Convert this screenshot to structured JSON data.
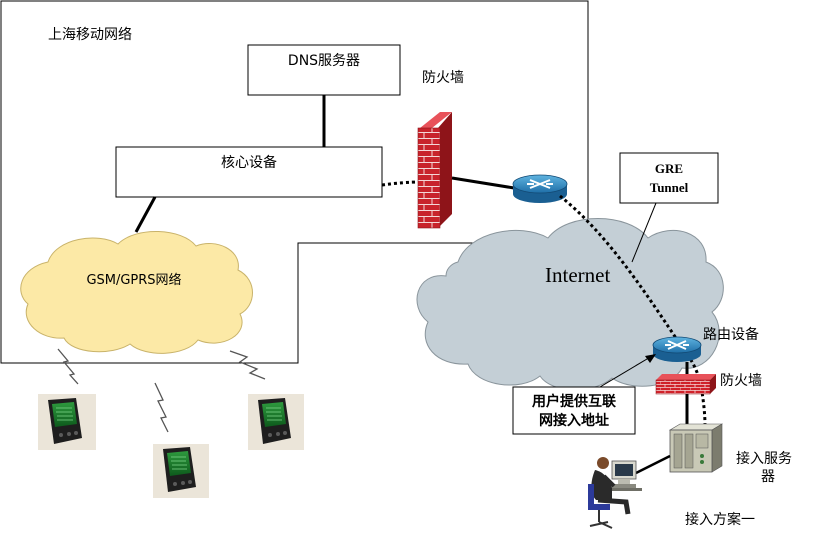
{
  "region_label": "上海移动网络",
  "dns_label": "DNS服务器",
  "firewall_top_label": "防火墙",
  "core_label": "核心设备",
  "gre_line1": "GRE",
  "gre_line2": "Tunnel",
  "gsm_label": "GSM/GPRS网络",
  "internet_label": "Internet",
  "router_label": "路由设备",
  "firewall_bottom_label": "防火墙",
  "callout_line1": "用户提供互联",
  "callout_line2": "网接入地址",
  "access_server_line1": "接入服务",
  "access_server_line2": "器",
  "scheme_label": "接入方案一"
}
